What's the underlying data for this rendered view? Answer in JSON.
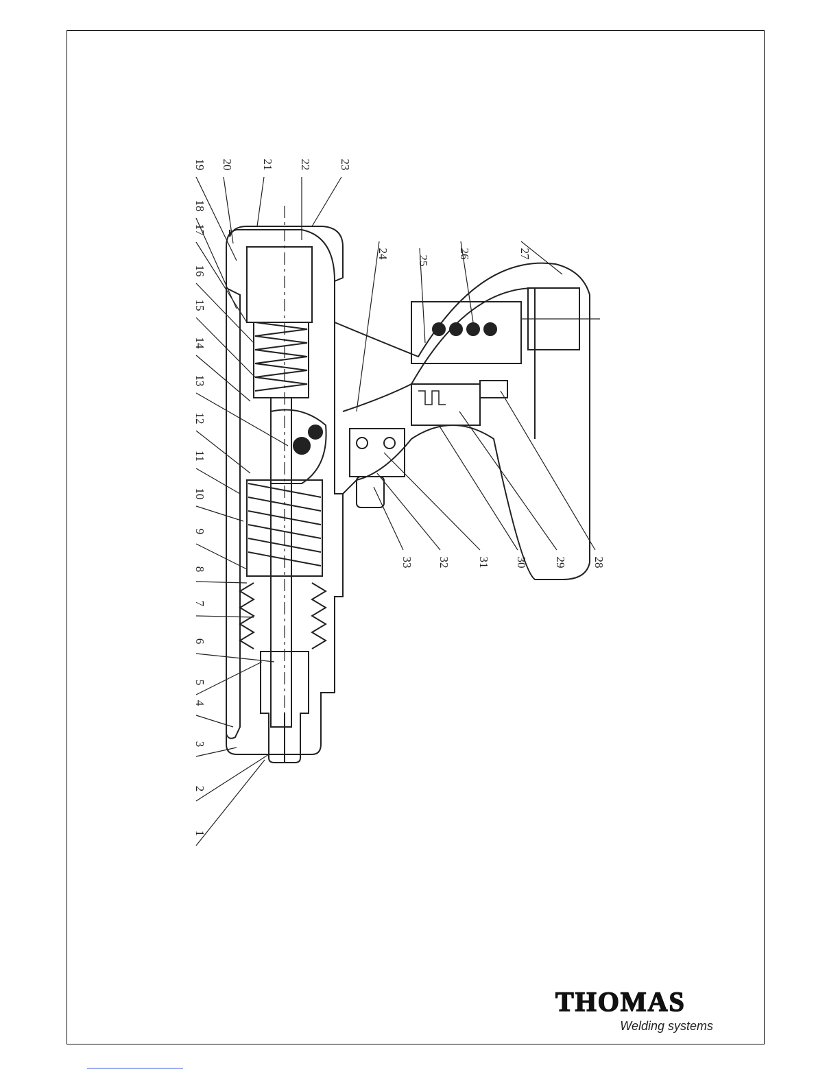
{
  "diagram": {
    "callouts": [
      {
        "n": "1"
      },
      {
        "n": "2"
      },
      {
        "n": "3"
      },
      {
        "n": "4"
      },
      {
        "n": "5"
      },
      {
        "n": "6"
      },
      {
        "n": "7"
      },
      {
        "n": "8"
      },
      {
        "n": "9"
      },
      {
        "n": "10"
      },
      {
        "n": "11"
      },
      {
        "n": "12"
      },
      {
        "n": "13"
      },
      {
        "n": "14"
      },
      {
        "n": "15"
      },
      {
        "n": "16"
      },
      {
        "n": "17"
      },
      {
        "n": "18"
      },
      {
        "n": "19"
      },
      {
        "n": "20"
      },
      {
        "n": "21"
      },
      {
        "n": "22"
      },
      {
        "n": "23"
      },
      {
        "n": "24"
      },
      {
        "n": "25"
      },
      {
        "n": "26"
      },
      {
        "n": "27"
      },
      {
        "n": "28"
      },
      {
        "n": "29"
      },
      {
        "n": "30"
      },
      {
        "n": "31"
      },
      {
        "n": "32"
      },
      {
        "n": "33"
      }
    ]
  },
  "brand": {
    "name": "THOMAS",
    "tagline": "Welding systems"
  },
  "colors": {
    "ink": "#222222",
    "frame": "#111111",
    "link": "#3355dd"
  }
}
